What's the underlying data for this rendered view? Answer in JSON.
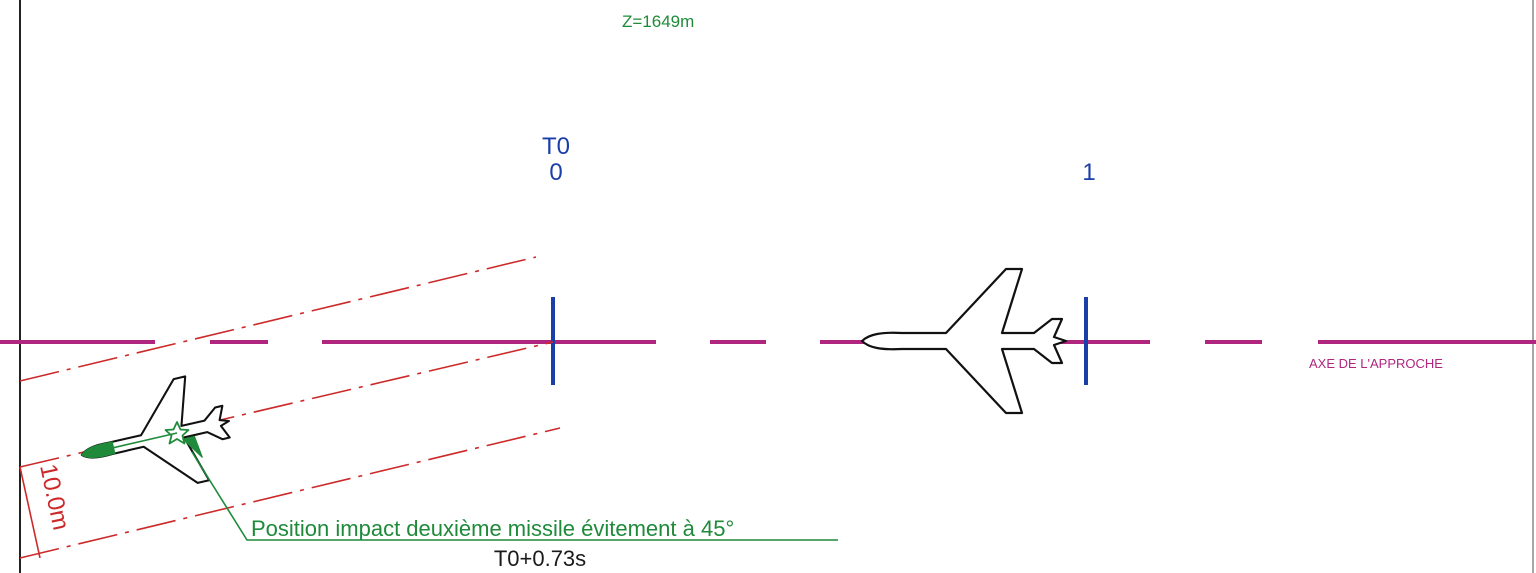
{
  "altitude": "Z=1649m",
  "marker_0": {
    "label": "T0",
    "index": "0"
  },
  "marker_1": {
    "index": "1"
  },
  "axis_label": "AXE DE L'APPROCHE",
  "width_label": "10.0m",
  "impact": {
    "text": "Position impact deuxième missile évitement à 45°",
    "time": "T0+0.73s"
  },
  "colors": {
    "axis": "#b0267e",
    "marker": "#1a3fa8",
    "corridor": "#cc2a2a",
    "annotation": "#1f8a3a",
    "aircraft": "#111111"
  },
  "icons": {
    "aircraft_on_axis": "aircraft-icon",
    "aircraft_evading": "aircraft-icon",
    "impact_star": "star-icon"
  }
}
